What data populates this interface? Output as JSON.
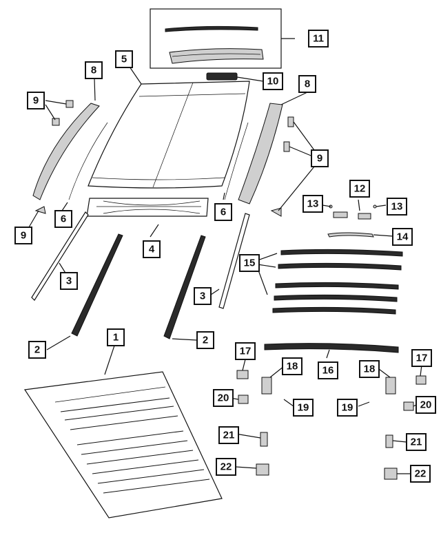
{
  "callouts": {
    "c1": "1",
    "c2a": "2",
    "c2b": "2",
    "c3a": "3",
    "c3b": "3",
    "c4": "4",
    "c5": "5",
    "c6a": "6",
    "c6b": "6",
    "c8a": "8",
    "c8b": "8",
    "c9a": "9",
    "c9b": "9",
    "c9c": "9",
    "c10": "10",
    "c11": "11",
    "c12": "12",
    "c13a": "13",
    "c13b": "13",
    "c14": "14",
    "c15": "15",
    "c16": "16",
    "c17a": "17",
    "c17b": "17",
    "c18a": "18",
    "c18b": "18",
    "c19a": "19",
    "c19b": "19",
    "c20a": "20",
    "c20b": "20",
    "c21a": "21",
    "c21b": "21",
    "c22a": "22",
    "c22b": "22"
  },
  "colors": {
    "ink": "#111111",
    "background": "#ffffff",
    "shade": "#cfcfcf"
  }
}
